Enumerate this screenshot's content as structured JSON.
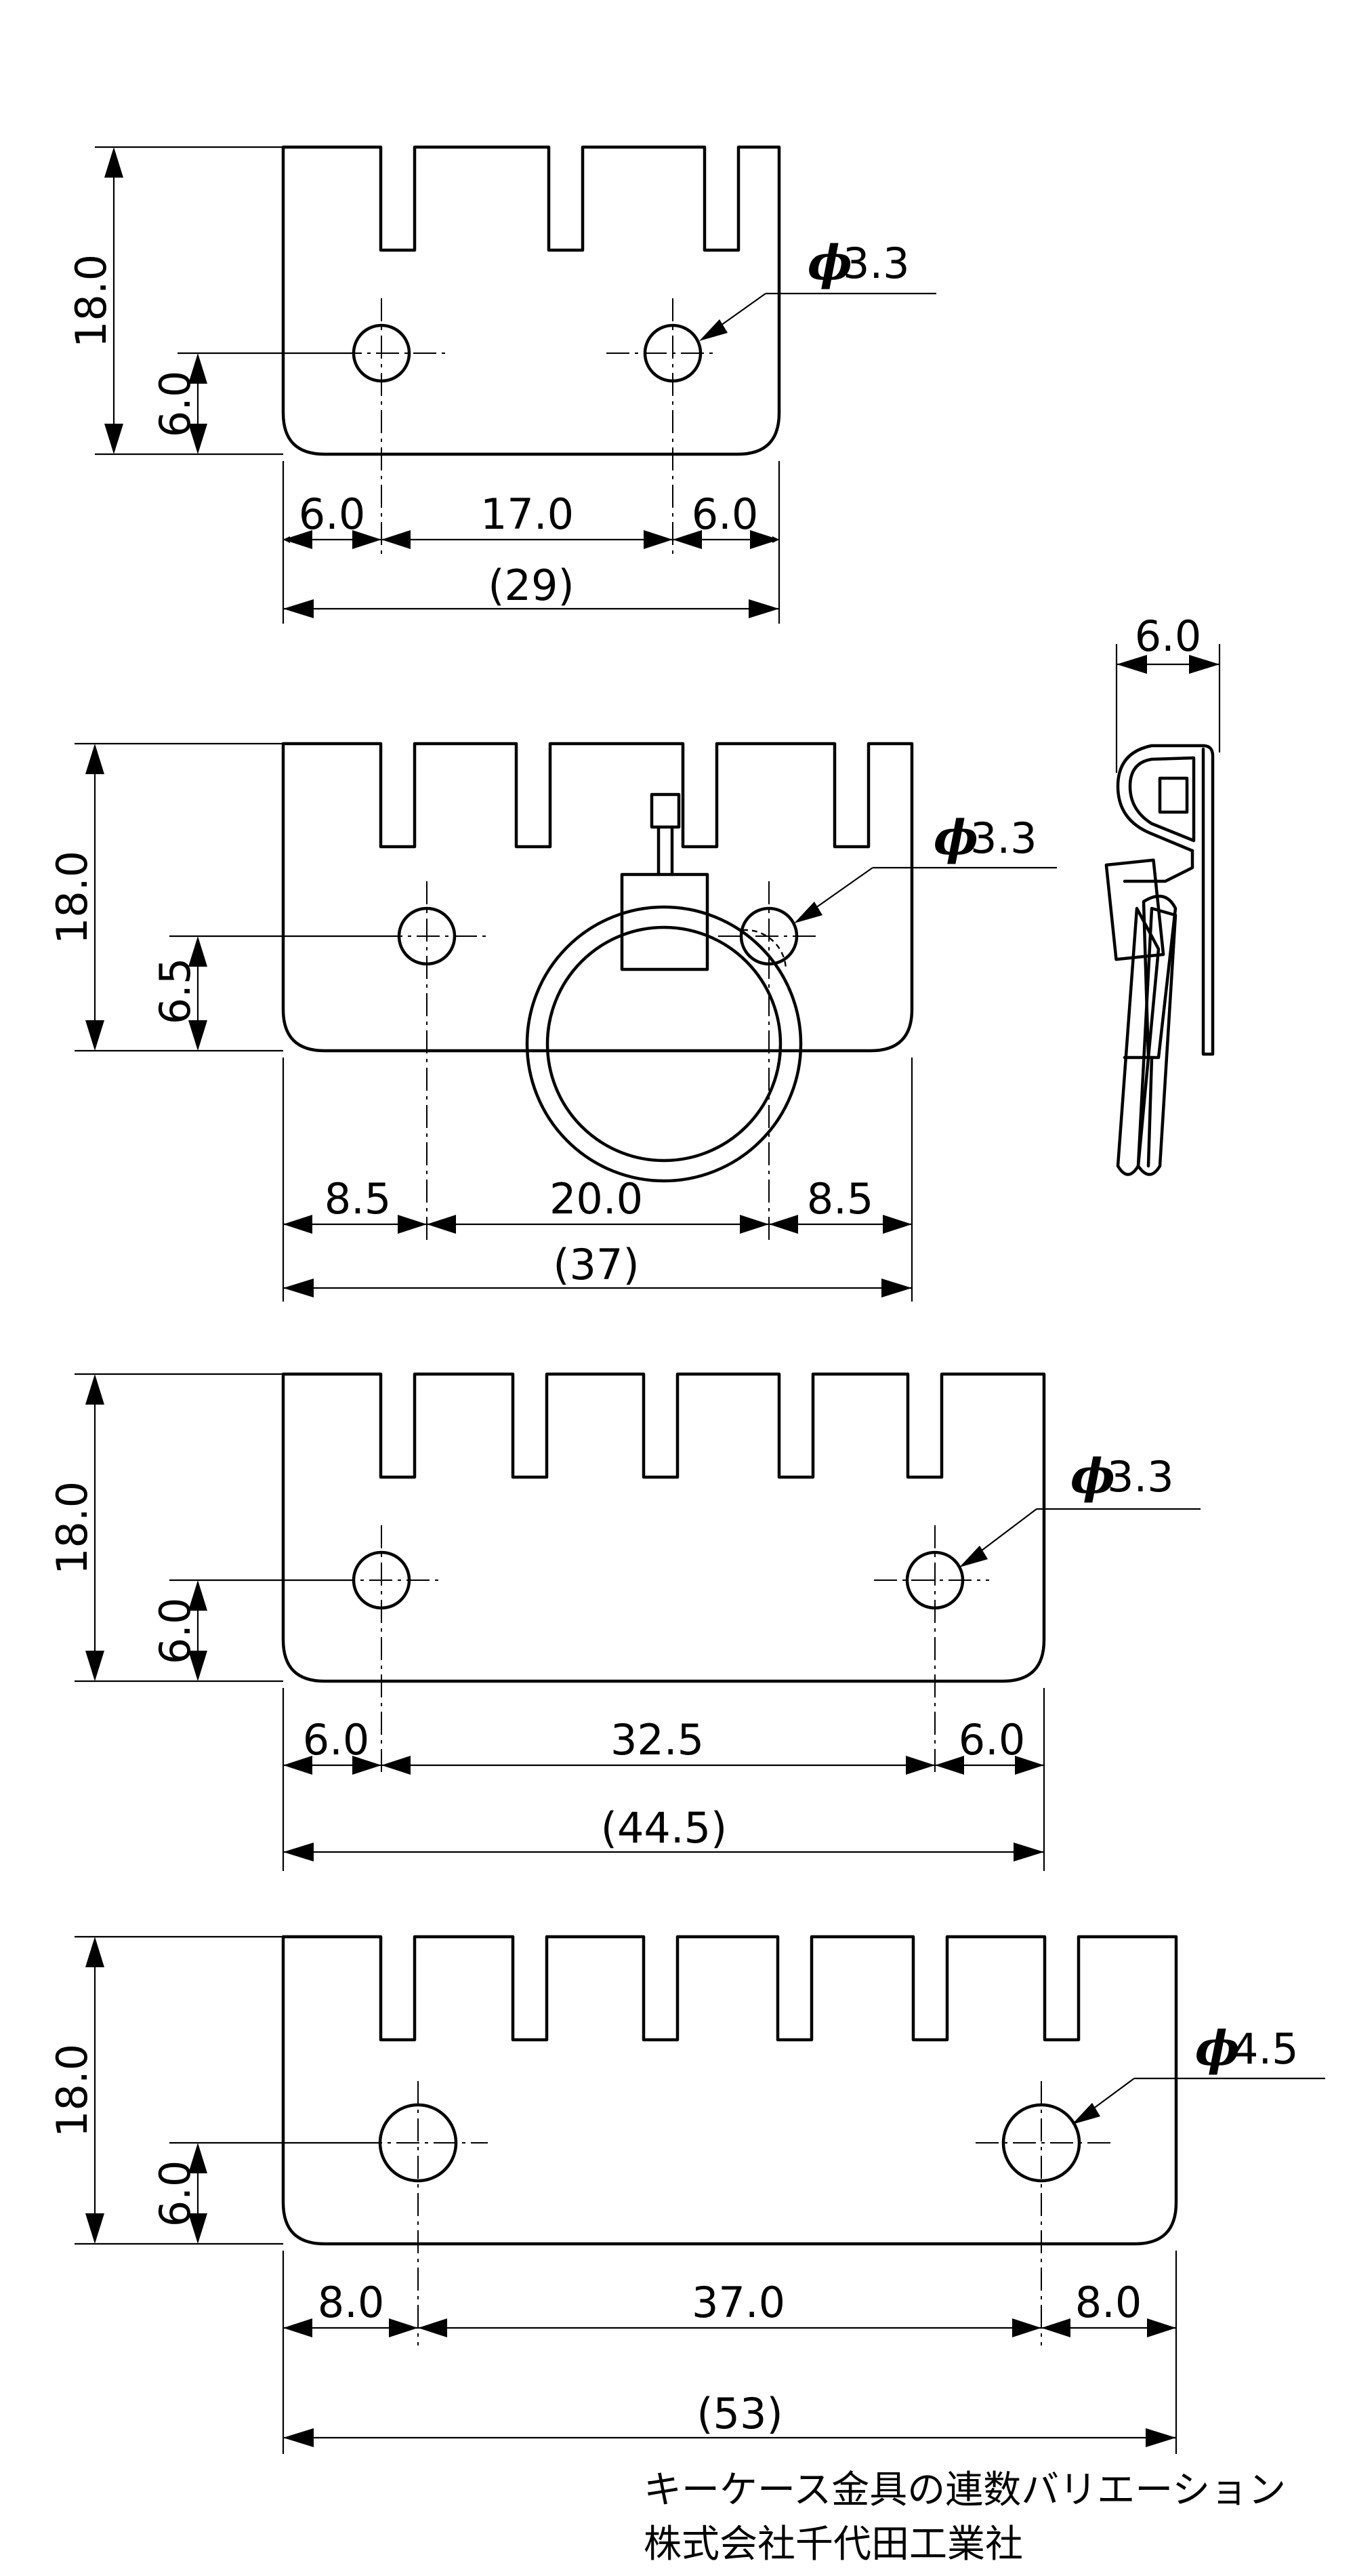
{
  "views": [
    {
      "id": "view1",
      "height_dim": "18.0",
      "hole_height_dim": "6.0",
      "hole_diameter": "3.3",
      "bottom_dims": [
        "6.0",
        "17.0",
        "6.0"
      ],
      "total_dim": "(29)"
    },
    {
      "id": "view2",
      "height_dim": "18.0",
      "hole_height_dim": "6.5",
      "hole_diameter": "3.3",
      "bottom_dims": [
        "8.5",
        "20.0",
        "8.5"
      ],
      "total_dim": "(37)",
      "side_width_dim": "6.0"
    },
    {
      "id": "view3",
      "height_dim": "18.0",
      "hole_height_dim": "6.0",
      "hole_diameter": "3.3",
      "bottom_dims": [
        "6.0",
        "32.5",
        "6.0"
      ],
      "total_dim": "(44.5)"
    },
    {
      "id": "view4",
      "height_dim": "18.0",
      "hole_height_dim": "6.0",
      "hole_diameter": "4.5",
      "bottom_dims": [
        "8.0",
        "37.0",
        "8.0"
      ],
      "total_dim": "(53)"
    }
  ],
  "phi_symbol": "ϕ",
  "caption": {
    "line1": "キーケース金具の連数バリエーション",
    "line2": "株式会社千代田工業社"
  }
}
